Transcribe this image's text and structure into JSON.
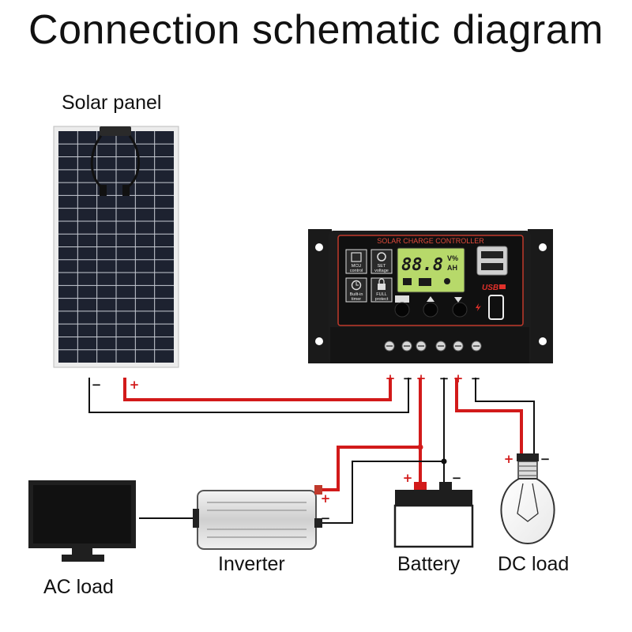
{
  "title": "Connection schematic diagram",
  "labels": {
    "solar_panel": "Solar panel",
    "inverter": "Inverter",
    "battery": "Battery",
    "dc_load": "DC load",
    "ac_load": "AC load"
  },
  "controller": {
    "heading": "SOLAR CHARGE CONTROLLER",
    "display_digits": "88.8",
    "display_units_top": "V%",
    "display_units_bottom": "AH",
    "usb_label": "USB",
    "tiles": [
      {
        "line1": "MCU",
        "line2": "control"
      },
      {
        "line1": "SET",
        "line2": "voltage"
      },
      {
        "line1": "Built-in",
        "line2": "timer"
      },
      {
        "line1": "FULL",
        "line2": "protect"
      }
    ]
  },
  "terminal_signs": {
    "plus": "+",
    "minus": "−"
  },
  "colors": {
    "positive_wire": "#d21a1a",
    "negative_wire": "#111111",
    "controller_body": "#1c1c1c",
    "controller_accent": "#c0392b",
    "lcd": "#b7d96a"
  }
}
